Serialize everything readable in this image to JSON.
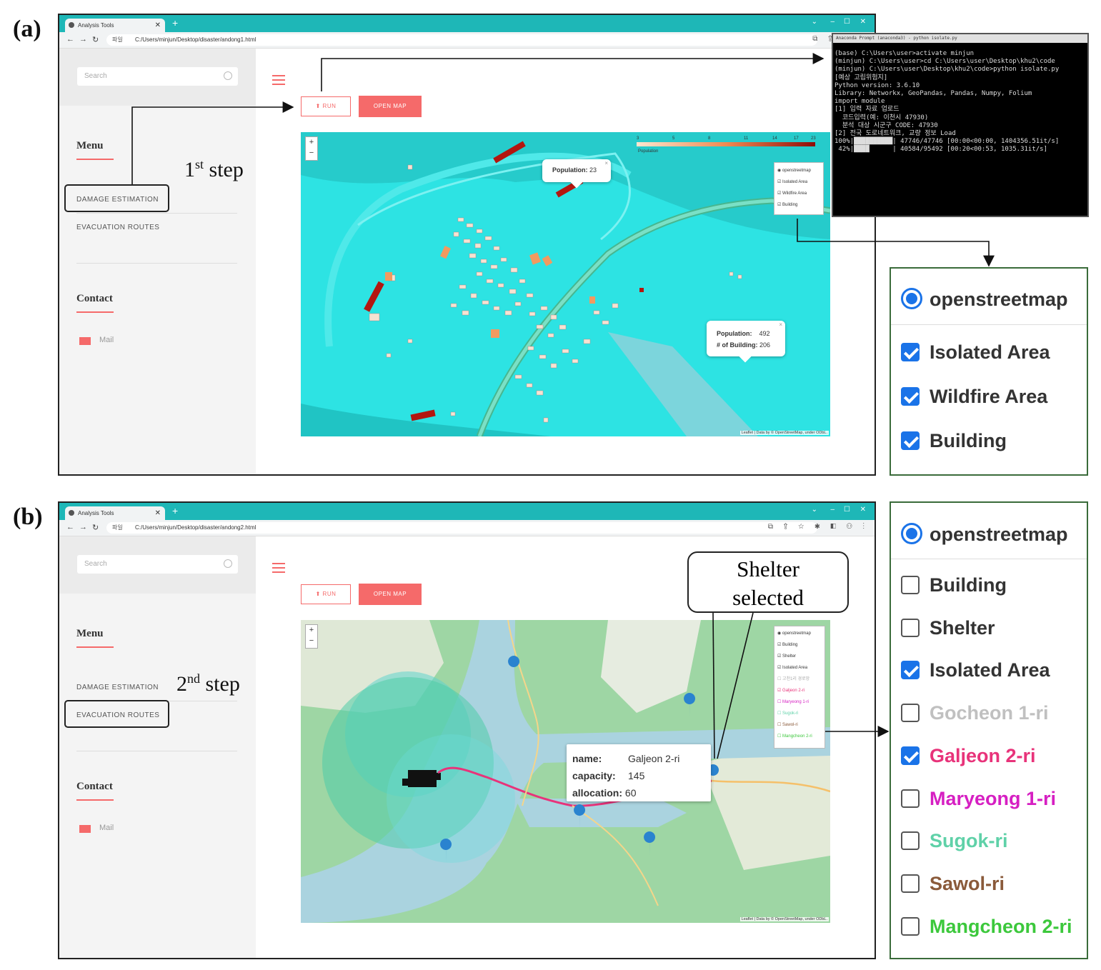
{
  "panel_a": {
    "label": "(a)",
    "tab_title": "Analysis Tools",
    "url_security": "파일",
    "url": "C:/Users/minjun/Desktop/disaster/andong1.html",
    "search_placeholder": "Search",
    "menu_heading": "Menu",
    "menu_items": [
      "DAMAGE ESTIMATION",
      "EVACUATION ROUTES"
    ],
    "contact_heading": "Contact",
    "mail_label": "Mail",
    "run_label": "RUN",
    "open_map_label": "OPEN MAP",
    "step_note": {
      "num": "1",
      "sup": "st",
      "text": " step"
    },
    "colorbar_ticks": [
      "3",
      "5",
      "8",
      "11",
      "14",
      "17",
      "23"
    ],
    "colorbar_label": "Population",
    "popup_small": {
      "label": "Population:",
      "value": "23"
    },
    "popup_large": {
      "label1": "Population:",
      "value1": "492",
      "label2": "# of Building:",
      "value2": "206"
    },
    "layer_control": [
      "openstreetmap",
      "Isolated Area",
      "Wildfire Area",
      "Building"
    ],
    "attribution": "Leaflet | Data by © OpenStreetMap, under ODbL.",
    "terminal": {
      "title": "Anaconda Prompt (anaconda3) - python isolate.py",
      "lines": [
        "(base) C:\\Users\\user>activate minjun",
        "",
        "(minjun) C:\\Users\\user>cd C:\\Users\\user\\Desktop\\khu2\\code",
        "",
        "(minjun) C:\\Users\\user\\Desktop\\khu2\\code>python isolate.py",
        "[예상 고립위험지]",
        "Python version: 3.6.10",
        "Library: Networkx, GeoPandas, Pandas, Numpy, Folium",
        "import module",
        "[1] 입력 자료 업로드",
        "  코드입력(예: 이천시 47930)",
        "  분석 대상 시군구 CODE: 47930",
        "[2] 전국 도로네트워크, 교량 정보 Load",
        "100%|██████████| 47746/47746 [00:00<00:00, 1404356.51it/s]",
        " 42%|████      | 40584/95492 [00:20<00:53, 1035.31it/s]"
      ]
    },
    "big_legend": {
      "radio_label": "openstreetmap",
      "items": [
        {
          "label": "Isolated Area",
          "checked": true,
          "color": "#333333"
        },
        {
          "label": "Wildfire Area",
          "checked": true,
          "color": "#333333"
        },
        {
          "label": "Building",
          "checked": true,
          "color": "#333333"
        }
      ]
    }
  },
  "panel_b": {
    "label": "(b)",
    "tab_title": "Analysis Tools",
    "url_security": "파일",
    "url": "C:/Users/minjun/Desktop/disaster/andong2.html",
    "search_placeholder": "Search",
    "menu_heading": "Menu",
    "menu_items": [
      "DAMAGE ESTIMATION",
      "EVACUATION ROUTES"
    ],
    "contact_heading": "Contact",
    "mail_label": "Mail",
    "run_label": "RUN",
    "open_map_label": "OPEN MAP",
    "step_note": {
      "num": "2",
      "sup": "nd",
      "text": " step"
    },
    "callout": [
      "Shelter",
      "selected"
    ],
    "shelter_popup": {
      "name_label": "name:",
      "name": "Galjeon 2-ri",
      "capacity_label": "capacity:",
      "capacity": "145",
      "allocation_label": "allocation:",
      "allocation": "60"
    },
    "layer_control": [
      "openstreetmap",
      "Building",
      "Shelter",
      "Isolated Area",
      "고천1리 경로망",
      "Galjeon 2-ri",
      "Maryeong 1-ri",
      "Sugok-ri",
      "Sawol-ri",
      "Mangcheon 2-ri"
    ],
    "attribution": "Leaflet | Data by © OpenStreetMap, under ODbL.",
    "big_legend": {
      "radio_label": "openstreetmap",
      "items": [
        {
          "label": "Building",
          "checked": false,
          "color": "#333333"
        },
        {
          "label": "Shelter",
          "checked": false,
          "color": "#333333"
        },
        {
          "label": "Isolated Area",
          "checked": true,
          "color": "#333333"
        },
        {
          "label": "Gocheon 1-ri",
          "checked": false,
          "color": "#c0c0c0"
        },
        {
          "label": "Galjeon 2-ri",
          "checked": true,
          "color": "#e8337a"
        },
        {
          "label": "Maryeong 1-ri",
          "checked": false,
          "color": "#d61fc2"
        },
        {
          "label": "Sugok-ri",
          "checked": false,
          "color": "#5fd1a8"
        },
        {
          "label": "Sawol-ri",
          "checked": false,
          "color": "#8a5a3a"
        },
        {
          "label": "Mangcheon 2-ri",
          "checked": false,
          "color": "#3cc83c"
        }
      ]
    }
  }
}
